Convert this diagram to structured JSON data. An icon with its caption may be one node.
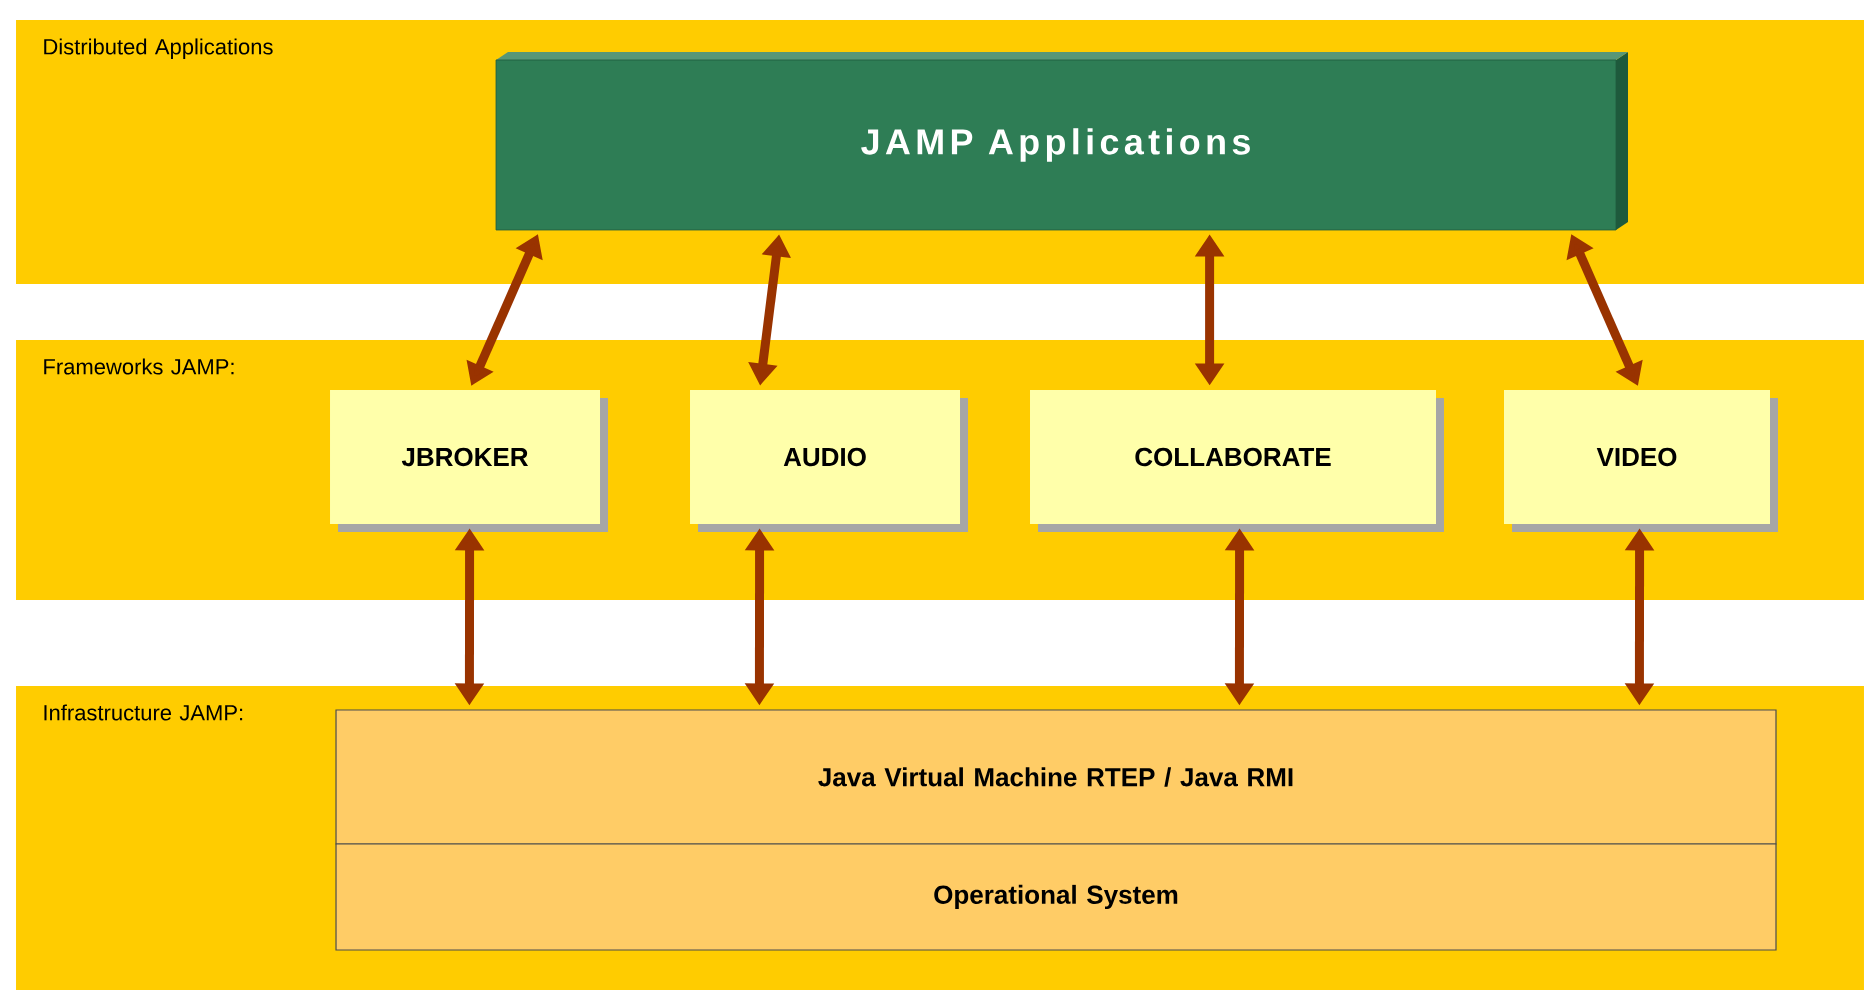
{
  "diagram": {
    "nodes": [
      {
        "text": [
          "Distributed Applications"
        ]
      },
      {
        "text": [
          "JAMP Applications"
        ],
        "in": 0
      },
      {
        "text": [
          "Frameworks JAMP:"
        ]
      },
      {
        "text": [
          "JBROKER"
        ],
        "in": 2
      },
      {
        "text": [
          "AUDIO"
        ],
        "in": 2
      },
      {
        "text": [
          "COLLABORATE"
        ],
        "in": 2
      },
      {
        "text": [
          "VIDEO"
        ],
        "in": 2
      },
      {
        "text": [
          "Infrastructure JAMP:"
        ]
      },
      {
        "text": [
          "Java Virtual Machine RTEP / Java RMI"
        ],
        "in": 7
      },
      {
        "text": [
          "Operational System"
        ],
        "in": 7
      }
    ],
    "edges": [
      {
        "from": 1,
        "to": 3,
        "arrow": "both"
      },
      {
        "from": 1,
        "to": 4,
        "arrow": "both"
      },
      {
        "from": 1,
        "to": 5,
        "arrow": "both"
      },
      {
        "from": 1,
        "to": 6,
        "arrow": "both"
      },
      {
        "from": 3,
        "to": 8,
        "arrow": "both"
      },
      {
        "from": 4,
        "to": 8,
        "arrow": "both"
      },
      {
        "from": 5,
        "to": 8,
        "arrow": "both"
      },
      {
        "from": 6,
        "to": 8,
        "arrow": "both"
      }
    ]
  }
}
